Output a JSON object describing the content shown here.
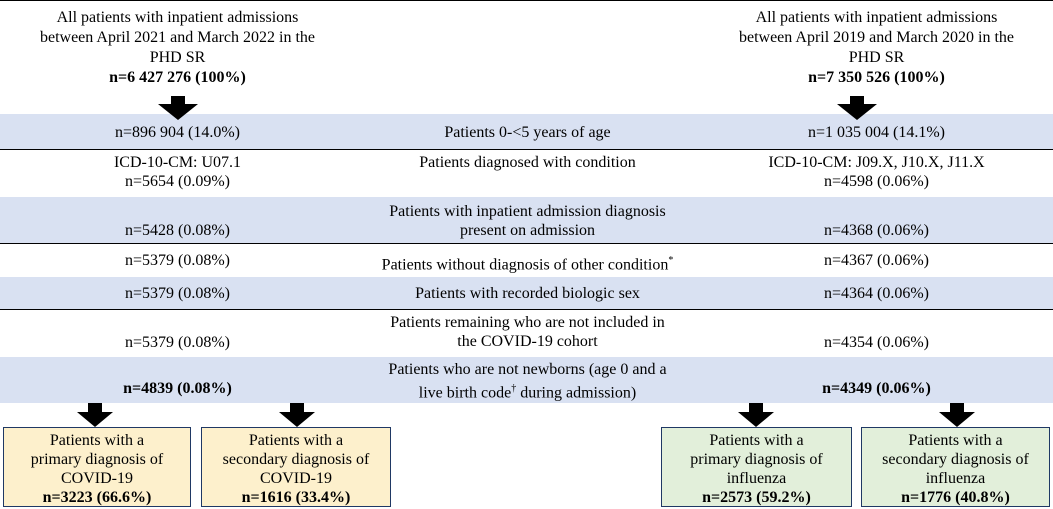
{
  "header_left": {
    "line1": "All patients with inpatient admissions",
    "line2": "between April 2021 and March 2022 in the",
    "line3": "PHD SR",
    "count": "n=6 427 276 (100%)"
  },
  "header_right": {
    "line1": "All patients with inpatient admissions",
    "line2": "between April 2019 and March 2020 in the",
    "line3": "PHD SR",
    "count": "n=7 350 526 (100%)"
  },
  "rows": [
    {
      "left": [
        "n=896 904 (14.0%)"
      ],
      "mid": [
        "Patients 0-<5 years of age"
      ],
      "right": [
        "n=1 035 004 (14.1%)"
      ]
    },
    {
      "left": [
        "ICD-10-CM: U07.1",
        "n=5654 (0.09%)"
      ],
      "mid": [
        "Patients diagnosed with condition"
      ],
      "right": [
        "ICD-10-CM: J09.X, J10.X, J11.X",
        "n=4598 (0.06%)"
      ]
    },
    {
      "left": [
        "n=5428 (0.08%)"
      ],
      "mid": [
        "Patients with inpatient admission diagnosis",
        "present on admission"
      ],
      "right": [
        "n=4368 (0.06%)"
      ]
    },
    {
      "left": [
        "n=5379 (0.08%)"
      ],
      "mid": [
        "Patients without diagnosis of other condition*"
      ],
      "right": [
        "n=4367 (0.06%)"
      ]
    },
    {
      "left": [
        "n=5379 (0.08%)"
      ],
      "mid": [
        "Patients with recorded biologic sex"
      ],
      "right": [
        "n=4364 (0.06%)"
      ]
    },
    {
      "left": [
        "n=5379 (0.08%)"
      ],
      "mid": [
        "Patients remaining who are not included in",
        "the COVID-19 cohort"
      ],
      "right": [
        "n=4354 (0.06%)"
      ]
    },
    {
      "left": [
        "n=4839 (0.08%)"
      ],
      "mid": [
        "Patients who are not newborns (age 0 and a",
        "live birth code† during admission)"
      ],
      "right": [
        "n=4349 (0.06%)"
      ]
    }
  ],
  "outcome_boxes": [
    {
      "lines": [
        "Patients with a",
        "primary diagnosis of",
        "COVID-19"
      ],
      "count": "n=3223 (66.6%)"
    },
    {
      "lines": [
        "Patients with a",
        "secondary diagnosis of",
        "COVID-19"
      ],
      "count": "n=1616 (33.4%)"
    },
    {
      "lines": [
        "Patients with a",
        "primary diagnosis of",
        "influenza"
      ],
      "count": "n=2573 (59.2%)"
    },
    {
      "lines": [
        "Patients with a",
        "secondary diagnosis of",
        "influenza"
      ],
      "count": "n=1776 (40.8%)"
    }
  ],
  "colors": {
    "row_shade": "#d9e1f2",
    "covid_box": "#fdf0cc",
    "influenza_box": "#e2efda",
    "box_border": "#1f3864"
  }
}
